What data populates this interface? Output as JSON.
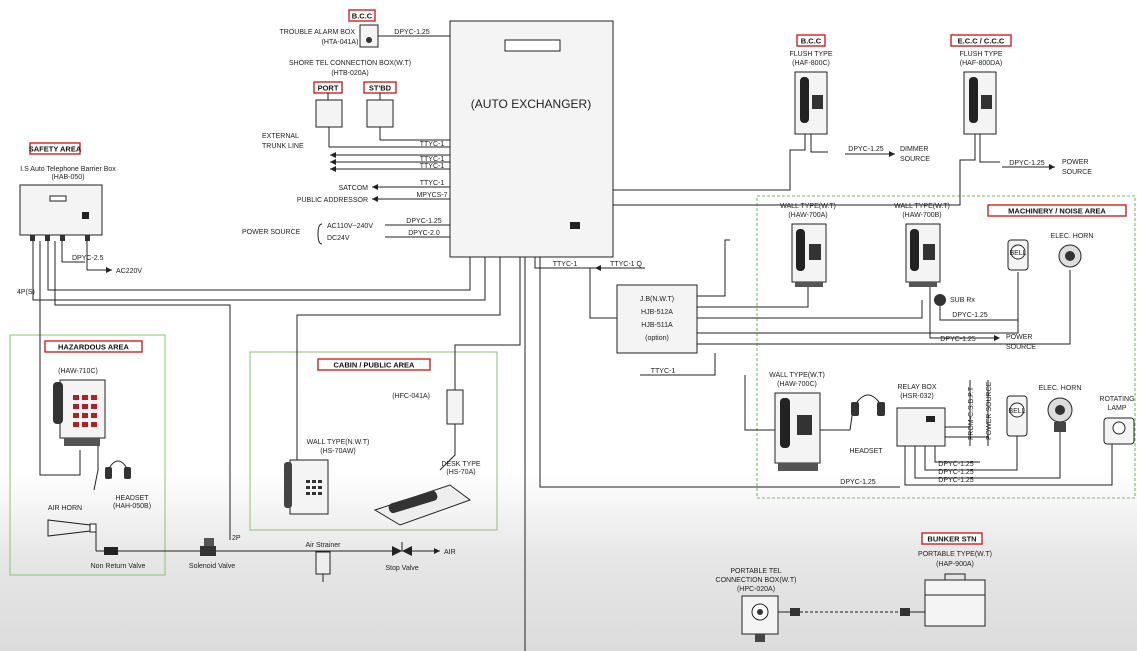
{
  "tags": {
    "bcc_top": "B.C.C",
    "port": "PORT",
    "stbd": "ST'BD",
    "safety": "SAFETY AREA",
    "bcc_right": "B.C.C",
    "ecc": "E.C.C / C.C.C",
    "machinery": "MACHINERY / NOISE AREA",
    "hazardous": "HAZARDOUS AREA",
    "cabin": "CABIN / PUBLIC AREA",
    "bunker": "BUNKER STN"
  },
  "labels": {
    "trouble1": "TROUBLE ALARM BOX",
    "trouble2": "(HTA-041A)",
    "shore1": "SHORE TEL CONNECTION BOX(W.T)",
    "shore2": "(HTB-020A)",
    "exchanger": "(AUTO EXCHANGER)",
    "ext1": "EXTERNAL",
    "ext2": "TRUNK LINE",
    "satcom": "SATCOM",
    "pa": "PUBLIC ADDRESSOR",
    "power": "POWER SOURCE",
    "ac": "AC110V~240V",
    "dc": "DC24V",
    "is1": "I.S Auto Telephone Barrier Box",
    "is2": "(HAB-050)",
    "ac220": "AC220V",
    "ps4": "4P(S)",
    "flush1": "FLUSH TYPE",
    "flush1m": "(HAF-800C)",
    "flush2": "FLUSH TYPE",
    "flush2m": "(HAF-800DA)",
    "dimmer1": "DIMMER",
    "dimmer2": "SOURCE",
    "psrc1": "POWER",
    "psrc2": "SOURCE",
    "wt1": "WALL TYPE(W.T)",
    "wt1m": "(HAW-700A)",
    "wt2": "WALL TYPE(W.T)",
    "wt2m": "(HAW-700B)",
    "bell": "BELL",
    "elechorn": "ELEC. HORN",
    "subrx": "SUB Rx",
    "psrc3a": "POWER",
    "psrc3b": "SOURCE",
    "jb1": "J.B(N.W.T)",
    "jb2": "HJB-512A",
    "jb3": "HJB-511A",
    "jb4": "(option)",
    "haw710": "(HAW-710C)",
    "headset": "HEADSET",
    "headsetm": "(HAH-050B)",
    "airhorn": "AIR HORN",
    "nrv": "Non Return Valve",
    "sol": "Solenoid Valve",
    "twop": "2P",
    "strainer": "Air Strainer",
    "stop": "Stop Valve",
    "air": "AIR",
    "hfc": "(HFC-041A)",
    "wallnwt1": "WALL TYPE(N.W.T)",
    "wallnwt2": "(HS-70AW)",
    "desk1": "DESK TYPE",
    "desk2": "(HS-70A)",
    "wt3": "WALL TYPE(W.T)",
    "wt3m": "(HAW-700C)",
    "headset2": "HEADSET",
    "relay1": "RELAY BOX",
    "relay2": "(HSR-032)",
    "fromcsb": "FROM-C.S.B.P.T",
    "psv": "POWER SOURCE",
    "elechorn2": "ELEC. HORN",
    "rot1": "ROTATING",
    "rot2": "LAMP",
    "ptc1": "PORTABLE TEL",
    "ptc2": "CONNECTION BOX(W.T)",
    "ptc3": "(HPC-020A)",
    "pt1": "PORTABLE TYPE(W.T)",
    "pt2": "(HAP-900A)"
  },
  "cables": {
    "dpyc125": "DPYC-1.25",
    "dpyc25": "DPYC-2.5",
    "dpyc20": "DPYC-2.0",
    "ttyc1": "TTYC-1",
    "ttyc1q": "TTYC-1 Q",
    "mpycs7": "MPYCS-7"
  }
}
